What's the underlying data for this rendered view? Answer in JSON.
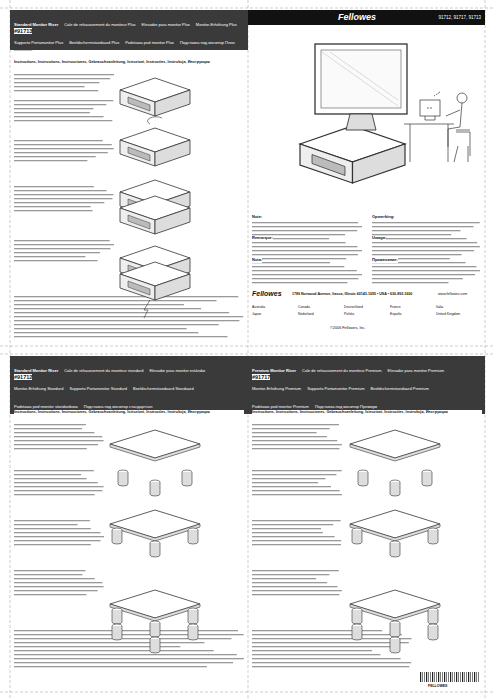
{
  "diagram": {
    "nodes": [
      {
        "text": [
          "Standard Monitor Riser",
          "Cale de rehaussement du moniteur Plus",
          "Elevador para monitor Plus",
          "Monitor-Erhöhung Plus",
          "Supporto Portamonitor Plus",
          "Beeldschermstandaard Plus",
          "Podstawa pod monitor Plus",
          "Подставка под монитор Плюс"
        ]
      },
      {
        "text": [
          "Fellowes",
          "91712, 91717, 91713"
        ]
      },
      {
        "text": [
          "Standard Monitor Riser",
          "Cale de rehaussement du moniteur standard",
          "Elevador para monitor estándar",
          "Monitor-Erhöhung Standard",
          "Supporto Portamonitor Standard",
          "Beeldschermstandaard Standaard",
          "Podstawa pod monitor standardowa",
          "Подставка под монитор стандартная"
        ]
      },
      {
        "text": [
          "Premium Monitor Riser",
          "Cale de rehaussement du moniteur Premium",
          "Elevador para monitor Premium",
          "Monitor-Erhöhung Premium",
          "Supporto Portamonitor Premium",
          "Beeldschermstandaard Premium",
          "Podstawa pod monitor Premium",
          "Подставка под монитор Премиум"
        ]
      }
    ],
    "labels": [
      "#91713",
      "Instructions, Instructions, Instrucciones, Gebrauchsanleitung, Istruzioni, Instructies, Instrukcja, Инструкция",
      "#91712",
      "Instructions, Instructions, Instrucciones, Gebrauchsanleitung, Istruzioni, Instructies, Instrukcja, Инструкция",
      "#91717",
      "Instructions, Instructions, Instrucciones, Gebrauchsanleitung, Istruzioni, Instructies, Instrukcja, Инструкция",
      "Note:",
      "Remarque:",
      "Nota:",
      "Opmerking:",
      "Uwaga:",
      "Примечание:",
      "Fellowes",
      "1789 Norwood Avenue, Itasca, Illinois 60143-1095 • USA • 630-893-1600",
      "www.fellowes.com",
      "Australia",
      "Canada",
      "Deutschland",
      "France",
      "Italia",
      "Japan",
      "Nederland",
      "Polska",
      "España",
      "United Kingdom",
      "©2006 Fellowes, Inc.",
      "FELLOWES"
    ]
  }
}
